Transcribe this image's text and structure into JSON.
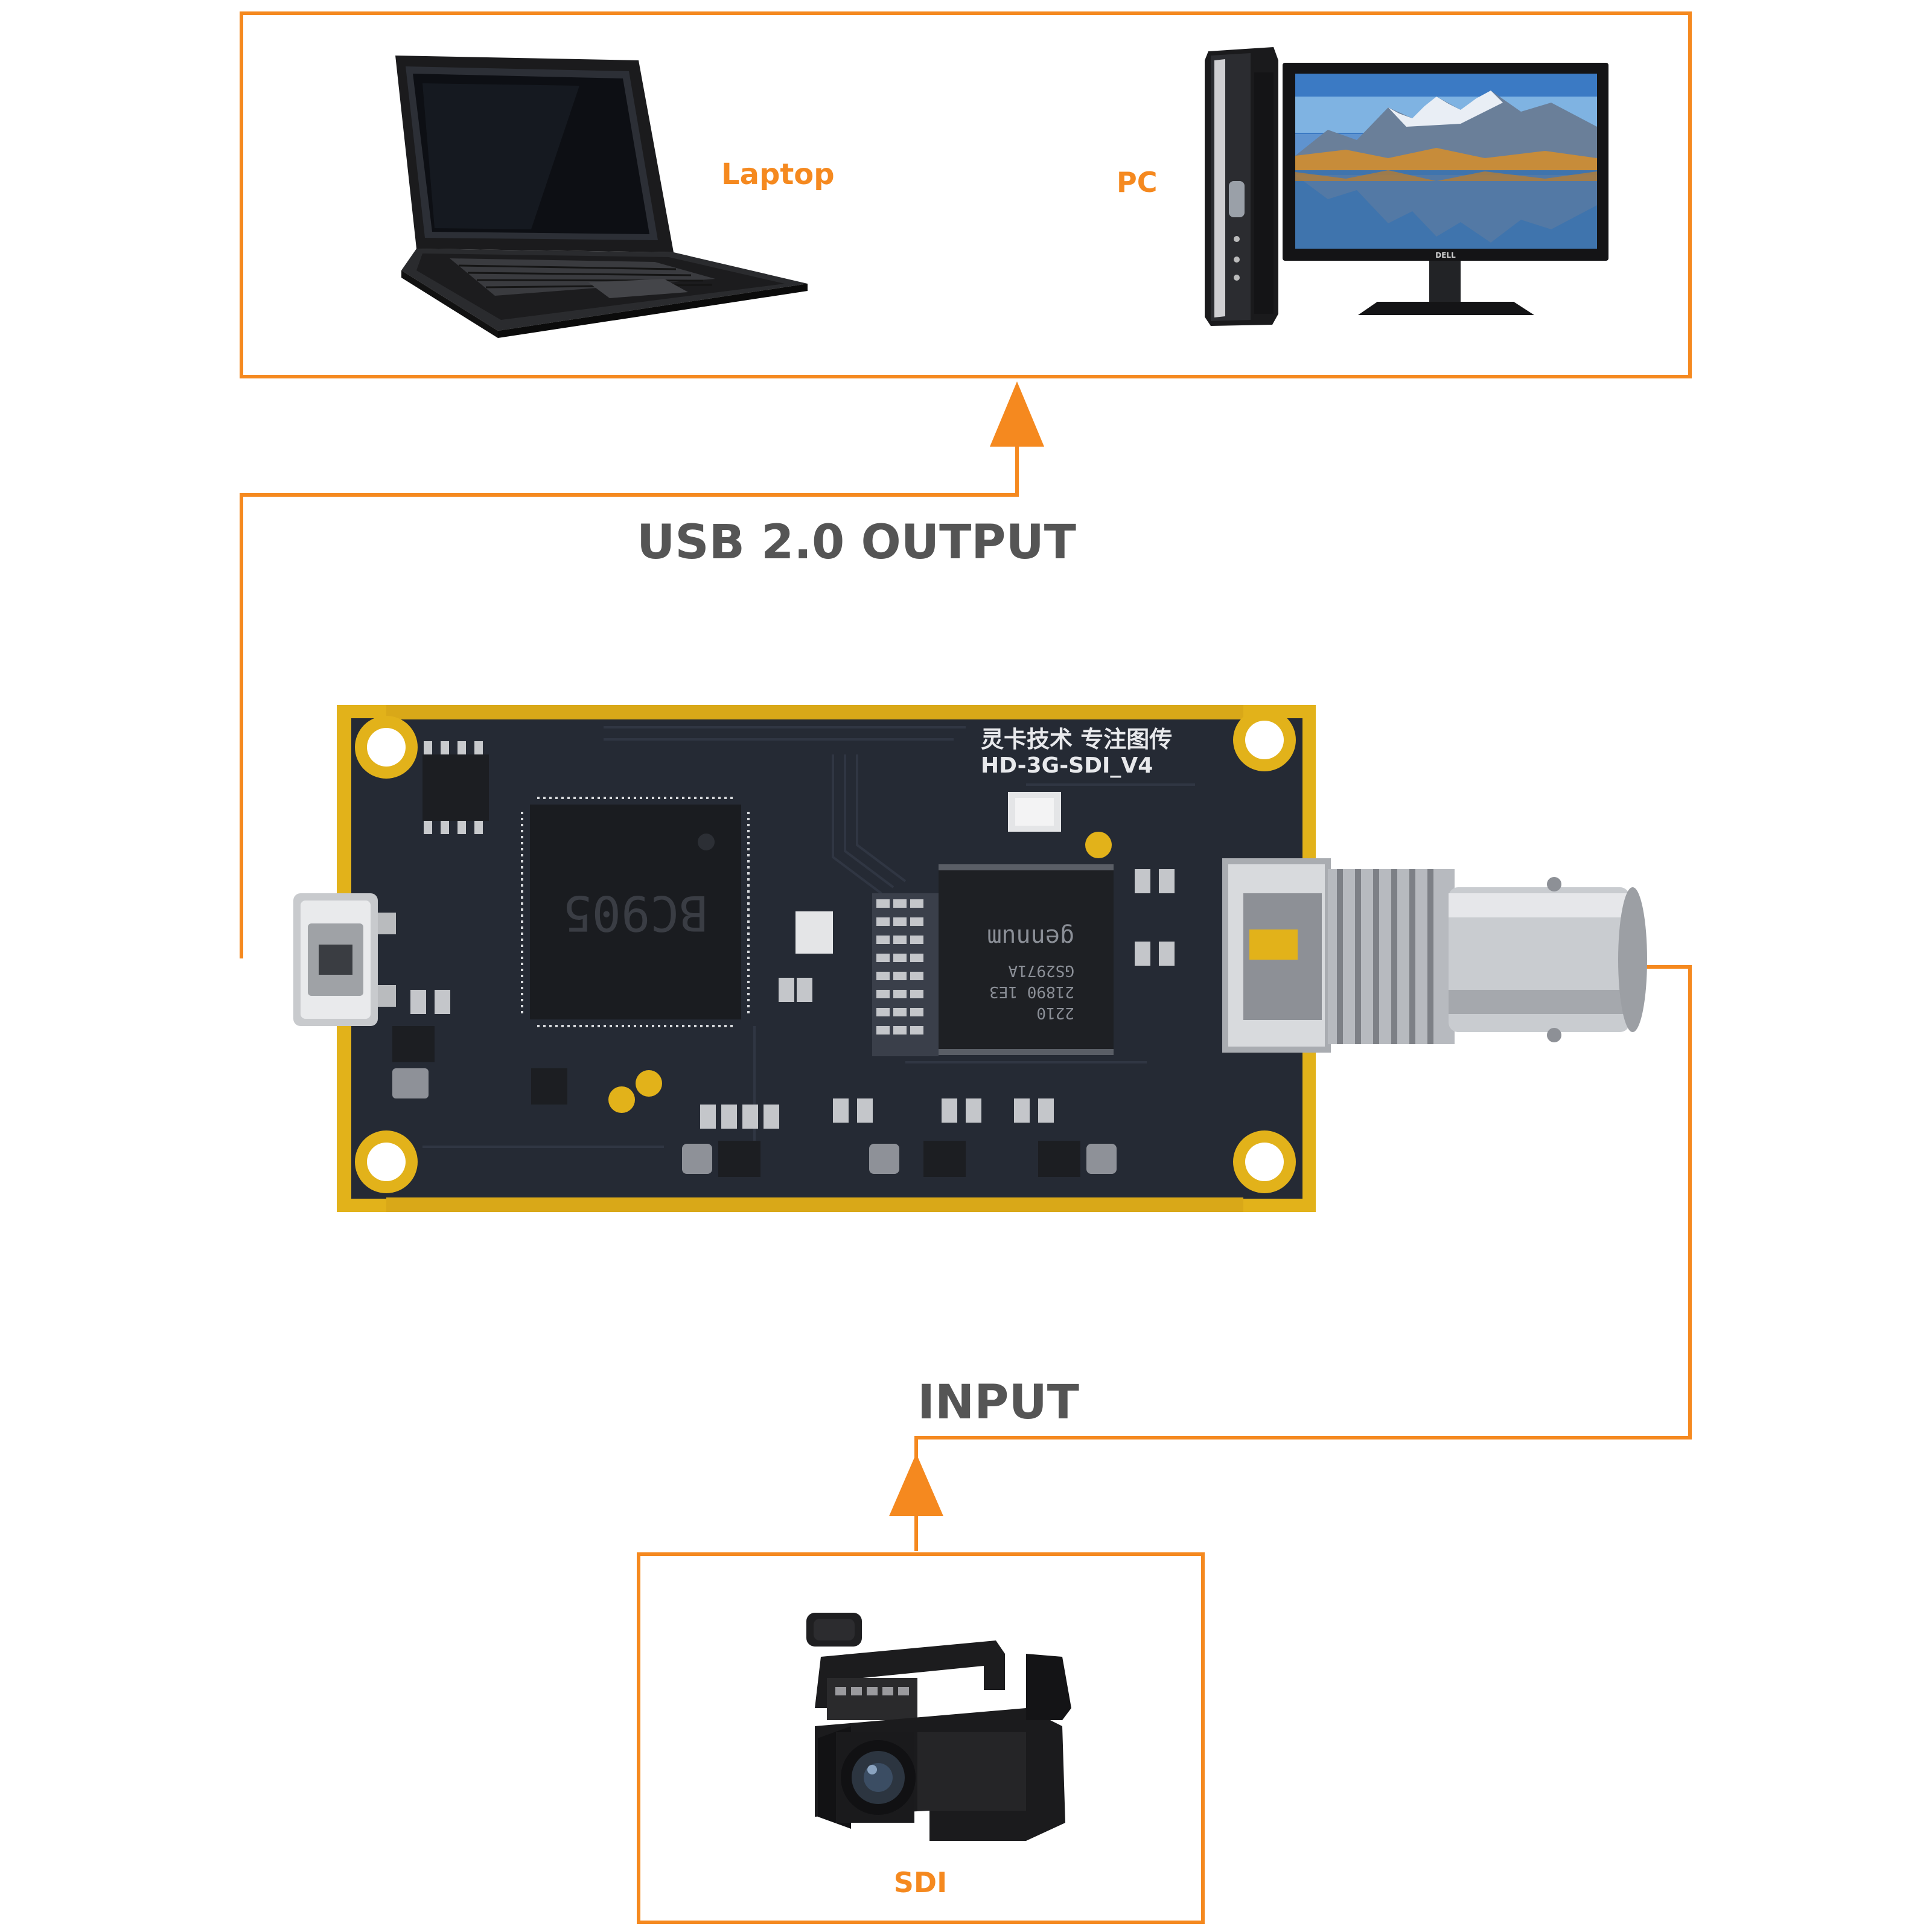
{
  "colors": {
    "accent": "#F5891F",
    "heading": "#555555",
    "pcb": "#252a34",
    "gold": "#e2b21a"
  },
  "labels": {
    "laptop": "Laptop",
    "pc": "PC",
    "usb_output": "USB 2.0 OUTPUT",
    "input": "INPUT",
    "sdi": "SDI"
  },
  "board": {
    "silk_line1": "灵卡技术 专注图传",
    "silk_line2": "HD-3G-SDI_V4",
    "main_chip": "BC905",
    "sdi_chip_brand": "gennum",
    "sdi_chip_part": "GS2971A",
    "sdi_chip_code": "21890 1E3",
    "sdi_chip_date": "2210",
    "monitor_brand": "DELL"
  }
}
